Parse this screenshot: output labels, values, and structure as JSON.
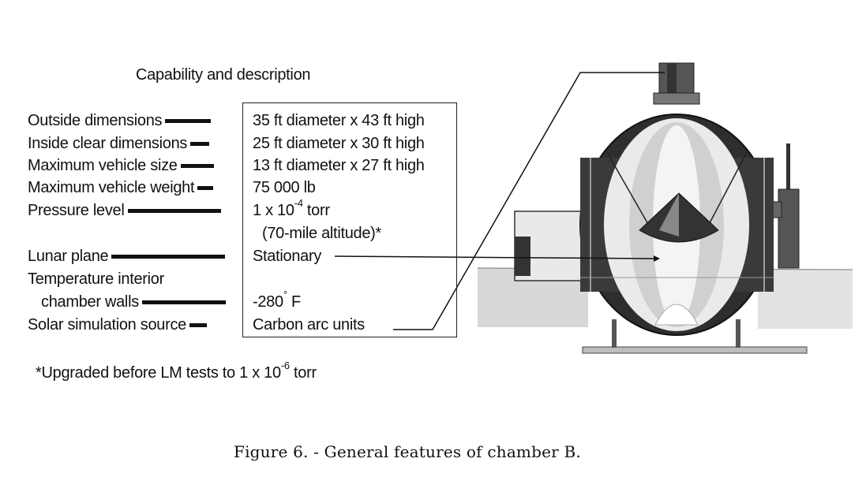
{
  "heading": "Capability and description",
  "rows": [
    {
      "label": "Outside dimensions",
      "value": "35 ft diameter x 43 ft high"
    },
    {
      "label": "Inside clear dimensions",
      "value": "25 ft diameter x 30 ft high"
    },
    {
      "label": "Maximum vehicle size",
      "value": "13 ft diameter x 27 ft high"
    },
    {
      "label": "Maximum vehicle weight",
      "value": "75 000 lb"
    },
    {
      "label": "Pressure level",
      "value_main": "1 x 10",
      "value_exp": "-4",
      "value_tail": " torr",
      "value_note": "(70-mile altitude)*"
    },
    {
      "label": "Lunar plane",
      "value": "Stationary"
    },
    {
      "label_line1": "Temperature interior",
      "label_line2": "chamber walls",
      "value_main": "-280",
      "value_deg": "°",
      "value_tail": " F"
    },
    {
      "label": "Solar simulation source",
      "value": "Carbon arc units"
    }
  ],
  "footnote": {
    "main": "*Upgraded before LM tests to 1 x 10",
    "exp": "-6",
    "tail": " torr"
  },
  "caption": "Figure 6. - General features of chamber B."
}
